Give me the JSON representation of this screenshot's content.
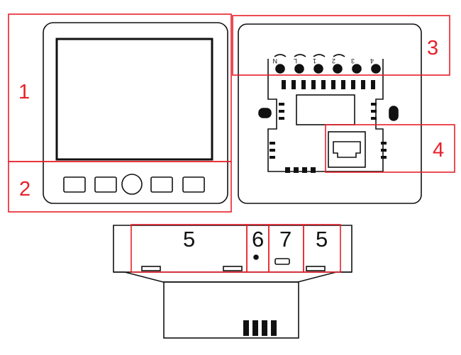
{
  "colors": {
    "callout": "#e8202a",
    "line": "#111111"
  },
  "callouts": {
    "c1": "1",
    "c2": "2",
    "c3": "3",
    "c4": "4",
    "c5a": "5",
    "c6": "6",
    "c7": "7",
    "c5b": "5"
  },
  "terminals": [
    "N",
    "L",
    "1",
    "2",
    "3",
    "4"
  ]
}
